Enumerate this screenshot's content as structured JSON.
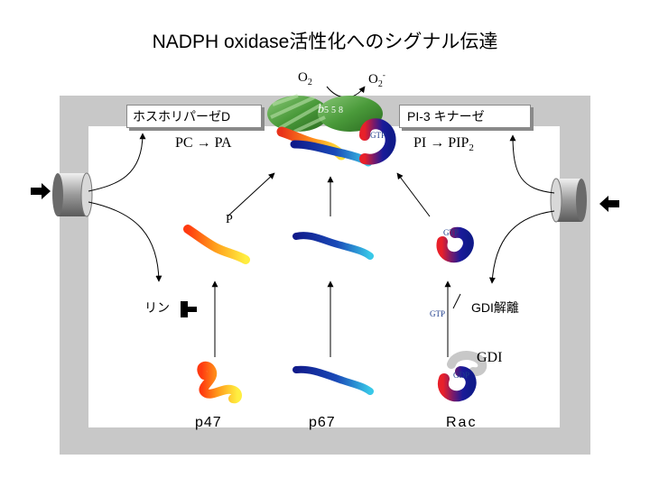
{
  "title": "NADPH oxidase活性化へのシグナル伝達",
  "top": {
    "o2": "O",
    "o2_sub": "2",
    "o2m": "O",
    "o2m_sub": "2",
    "o2m_sup": "-"
  },
  "b558": {
    "label": "b",
    "sub": "558"
  },
  "boxes": {
    "pld": "ホスホリパーゼD",
    "pi3k": "PI-3  キナーゼ"
  },
  "reactions": {
    "pc_pa": "PC →  PA",
    "pi_pip": "PI  → PIP",
    "pip_sub": "2"
  },
  "labels": {
    "p": "P",
    "rin": "リン",
    "gdi_dissoc": "GDI解離",
    "gdi": "GDI",
    "gtp_a": "GTP",
    "gtp_b": "GTP",
    "gtp_c": "GTP",
    "gdp": "GDP"
  },
  "proteins": {
    "p47": "p47",
    "p67": "p67",
    "rac": "Rac"
  },
  "colors": {
    "membrane": "#c8c8c8",
    "b558_green": "#4f9a3e",
    "rac_blue": "#1a2a9a",
    "red": "#e02020"
  }
}
